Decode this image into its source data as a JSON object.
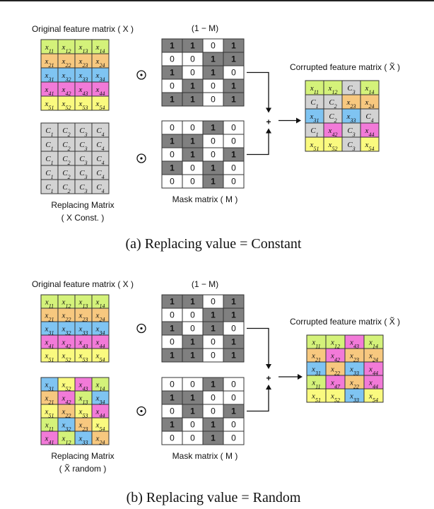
{
  "colors": {
    "green": "#d4f27a",
    "orange": "#f7c87f",
    "blue": "#7fc4f2",
    "pink": "#f27ad8",
    "yellow": "#fafa7f",
    "gray": "#d3d3d3",
    "mask_dark": "#808080",
    "mask_light": "#ffffff"
  },
  "panels": [
    {
      "caption": "(a) Replacing value = Constant",
      "original_label": "Original feature matrix ( X )",
      "replacing_label": "Replacing Matrix",
      "replacing_sub": "( X Const. )",
      "inverse_mask_label": "(1 − M)",
      "mask_label": "Mask matrix ( M )",
      "corrupted_label": "Corrupted feature matrix ( X̃ )",
      "operator_symbol": "⊙",
      "plus_symbol": "+",
      "original": [
        [
          {
            "t": "x11",
            "c": "green"
          },
          {
            "t": "x12",
            "c": "green"
          },
          {
            "t": "x13",
            "c": "green"
          },
          {
            "t": "x14",
            "c": "green"
          }
        ],
        [
          {
            "t": "x21",
            "c": "orange"
          },
          {
            "t": "x22",
            "c": "orange"
          },
          {
            "t": "x23",
            "c": "orange"
          },
          {
            "t": "x24",
            "c": "orange"
          }
        ],
        [
          {
            "t": "x31",
            "c": "blue"
          },
          {
            "t": "x32",
            "c": "blue"
          },
          {
            "t": "x33",
            "c": "blue"
          },
          {
            "t": "x34",
            "c": "blue"
          }
        ],
        [
          {
            "t": "x41",
            "c": "pink"
          },
          {
            "t": "x42",
            "c": "pink"
          },
          {
            "t": "x43",
            "c": "pink"
          },
          {
            "t": "x44",
            "c": "pink"
          }
        ],
        [
          {
            "t": "x51",
            "c": "yellow"
          },
          {
            "t": "x52",
            "c": "yellow"
          },
          {
            "t": "x53",
            "c": "yellow"
          },
          {
            "t": "x54",
            "c": "yellow"
          }
        ]
      ],
      "replacing": [
        [
          {
            "t": "C1",
            "c": "gray"
          },
          {
            "t": "C2",
            "c": "gray"
          },
          {
            "t": "C3",
            "c": "gray"
          },
          {
            "t": "C4",
            "c": "gray"
          }
        ],
        [
          {
            "t": "C1",
            "c": "gray"
          },
          {
            "t": "C2",
            "c": "gray"
          },
          {
            "t": "C3",
            "c": "gray"
          },
          {
            "t": "C4",
            "c": "gray"
          }
        ],
        [
          {
            "t": "C1",
            "c": "gray"
          },
          {
            "t": "C2",
            "c": "gray"
          },
          {
            "t": "C3",
            "c": "gray"
          },
          {
            "t": "C4",
            "c": "gray"
          }
        ],
        [
          {
            "t": "C1",
            "c": "gray"
          },
          {
            "t": "C2",
            "c": "gray"
          },
          {
            "t": "C3",
            "c": "gray"
          },
          {
            "t": "C4",
            "c": "gray"
          }
        ],
        [
          {
            "t": "C1",
            "c": "gray"
          },
          {
            "t": "C2",
            "c": "gray"
          },
          {
            "t": "C3",
            "c": "gray"
          },
          {
            "t": "C4",
            "c": "gray"
          }
        ]
      ],
      "inverse_mask": [
        [
          1,
          1,
          0,
          1
        ],
        [
          0,
          0,
          1,
          1
        ],
        [
          1,
          0,
          1,
          0
        ],
        [
          0,
          1,
          0,
          1
        ],
        [
          1,
          1,
          0,
          1
        ]
      ],
      "mask": [
        [
          0,
          0,
          1,
          0
        ],
        [
          1,
          1,
          0,
          0
        ],
        [
          0,
          1,
          0,
          1
        ],
        [
          1,
          0,
          1,
          0
        ],
        [
          0,
          0,
          1,
          0
        ]
      ],
      "corrupted": [
        [
          {
            "t": "x11",
            "c": "green"
          },
          {
            "t": "x12",
            "c": "green"
          },
          {
            "t": "C3",
            "c": "gray"
          },
          {
            "t": "x14",
            "c": "green"
          }
        ],
        [
          {
            "t": "C1",
            "c": "gray"
          },
          {
            "t": "C2",
            "c": "gray"
          },
          {
            "t": "x23",
            "c": "orange"
          },
          {
            "t": "x24",
            "c": "orange"
          }
        ],
        [
          {
            "t": "x31",
            "c": "blue"
          },
          {
            "t": "C2",
            "c": "gray"
          },
          {
            "t": "x33",
            "c": "blue"
          },
          {
            "t": "C4",
            "c": "gray"
          }
        ],
        [
          {
            "t": "C1",
            "c": "gray"
          },
          {
            "t": "x42",
            "c": "pink"
          },
          {
            "t": "C3",
            "c": "gray"
          },
          {
            "t": "x44",
            "c": "pink"
          }
        ],
        [
          {
            "t": "x51",
            "c": "yellow"
          },
          {
            "t": "x52",
            "c": "yellow"
          },
          {
            "t": "C3",
            "c": "gray"
          },
          {
            "t": "x54",
            "c": "yellow"
          }
        ]
      ]
    },
    {
      "caption": "(b) Replacing value = Random",
      "original_label": "Original feature matrix ( X )",
      "replacing_label": "Replacing Matrix",
      "replacing_sub": "( X̃ random )",
      "inverse_mask_label": "(1 − M)",
      "mask_label": "Mask matrix ( M )",
      "corrupted_label": "Corrupted feature matrix ( X̃ )",
      "operator_symbol": "⊙",
      "plus_symbol": "+",
      "original": [
        [
          {
            "t": "x11",
            "c": "green"
          },
          {
            "t": "x12",
            "c": "green"
          },
          {
            "t": "x13",
            "c": "green"
          },
          {
            "t": "x14",
            "c": "green"
          }
        ],
        [
          {
            "t": "x21",
            "c": "orange"
          },
          {
            "t": "x22",
            "c": "orange"
          },
          {
            "t": "x23",
            "c": "orange"
          },
          {
            "t": "x24",
            "c": "orange"
          }
        ],
        [
          {
            "t": "x31",
            "c": "blue"
          },
          {
            "t": "x32",
            "c": "blue"
          },
          {
            "t": "x33",
            "c": "blue"
          },
          {
            "t": "x34",
            "c": "blue"
          }
        ],
        [
          {
            "t": "x41",
            "c": "pink"
          },
          {
            "t": "x42",
            "c": "pink"
          },
          {
            "t": "x43",
            "c": "pink"
          },
          {
            "t": "x44",
            "c": "pink"
          }
        ],
        [
          {
            "t": "x51",
            "c": "yellow"
          },
          {
            "t": "x52",
            "c": "yellow"
          },
          {
            "t": "x53",
            "c": "yellow"
          },
          {
            "t": "x54",
            "c": "yellow"
          }
        ]
      ],
      "replacing": [
        [
          {
            "t": "x31",
            "c": "blue"
          },
          {
            "t": "x52",
            "c": "yellow"
          },
          {
            "t": "x43",
            "c": "pink"
          },
          {
            "t": "x14",
            "c": "green"
          }
        ],
        [
          {
            "t": "x21",
            "c": "orange"
          },
          {
            "t": "x42",
            "c": "pink"
          },
          {
            "t": "x13",
            "c": "green"
          },
          {
            "t": "x34",
            "c": "blue"
          }
        ],
        [
          {
            "t": "x51",
            "c": "yellow"
          },
          {
            "t": "x22",
            "c": "orange"
          },
          {
            "t": "x53",
            "c": "yellow"
          },
          {
            "t": "x44",
            "c": "pink"
          }
        ],
        [
          {
            "t": "x11",
            "c": "green"
          },
          {
            "t": "x32",
            "c": "blue"
          },
          {
            "t": "x23",
            "c": "orange"
          },
          {
            "t": "x54",
            "c": "yellow"
          }
        ],
        [
          {
            "t": "x41",
            "c": "pink"
          },
          {
            "t": "x12",
            "c": "green"
          },
          {
            "t": "x33",
            "c": "blue"
          },
          {
            "t": "x24",
            "c": "orange"
          }
        ]
      ],
      "inverse_mask": [
        [
          1,
          1,
          0,
          1
        ],
        [
          0,
          0,
          1,
          1
        ],
        [
          1,
          0,
          1,
          0
        ],
        [
          0,
          1,
          0,
          1
        ],
        [
          1,
          1,
          0,
          1
        ]
      ],
      "mask": [
        [
          0,
          0,
          1,
          0
        ],
        [
          1,
          1,
          0,
          0
        ],
        [
          0,
          1,
          0,
          1
        ],
        [
          1,
          0,
          1,
          0
        ],
        [
          0,
          0,
          1,
          0
        ]
      ],
      "corrupted": [
        [
          {
            "t": "x11",
            "c": "green"
          },
          {
            "t": "x12",
            "c": "green"
          },
          {
            "t": "x43",
            "c": "pink"
          },
          {
            "t": "x14",
            "c": "green"
          }
        ],
        [
          {
            "t": "x21",
            "c": "orange"
          },
          {
            "t": "x42",
            "c": "pink"
          },
          {
            "t": "x23",
            "c": "orange"
          },
          {
            "t": "x24",
            "c": "orange"
          }
        ],
        [
          {
            "t": "x31",
            "c": "blue"
          },
          {
            "t": "x22",
            "c": "orange"
          },
          {
            "t": "x33",
            "c": "blue"
          },
          {
            "t": "x44",
            "c": "pink"
          }
        ],
        [
          {
            "t": "x11",
            "c": "green"
          },
          {
            "t": "x47",
            "c": "pink"
          },
          {
            "t": "x22",
            "c": "orange"
          },
          {
            "t": "x44",
            "c": "pink"
          }
        ],
        [
          {
            "t": "x51",
            "c": "yellow"
          },
          {
            "t": "x52",
            "c": "yellow"
          },
          {
            "t": "x33",
            "c": "blue"
          },
          {
            "t": "x54",
            "c": "yellow"
          }
        ]
      ]
    }
  ]
}
